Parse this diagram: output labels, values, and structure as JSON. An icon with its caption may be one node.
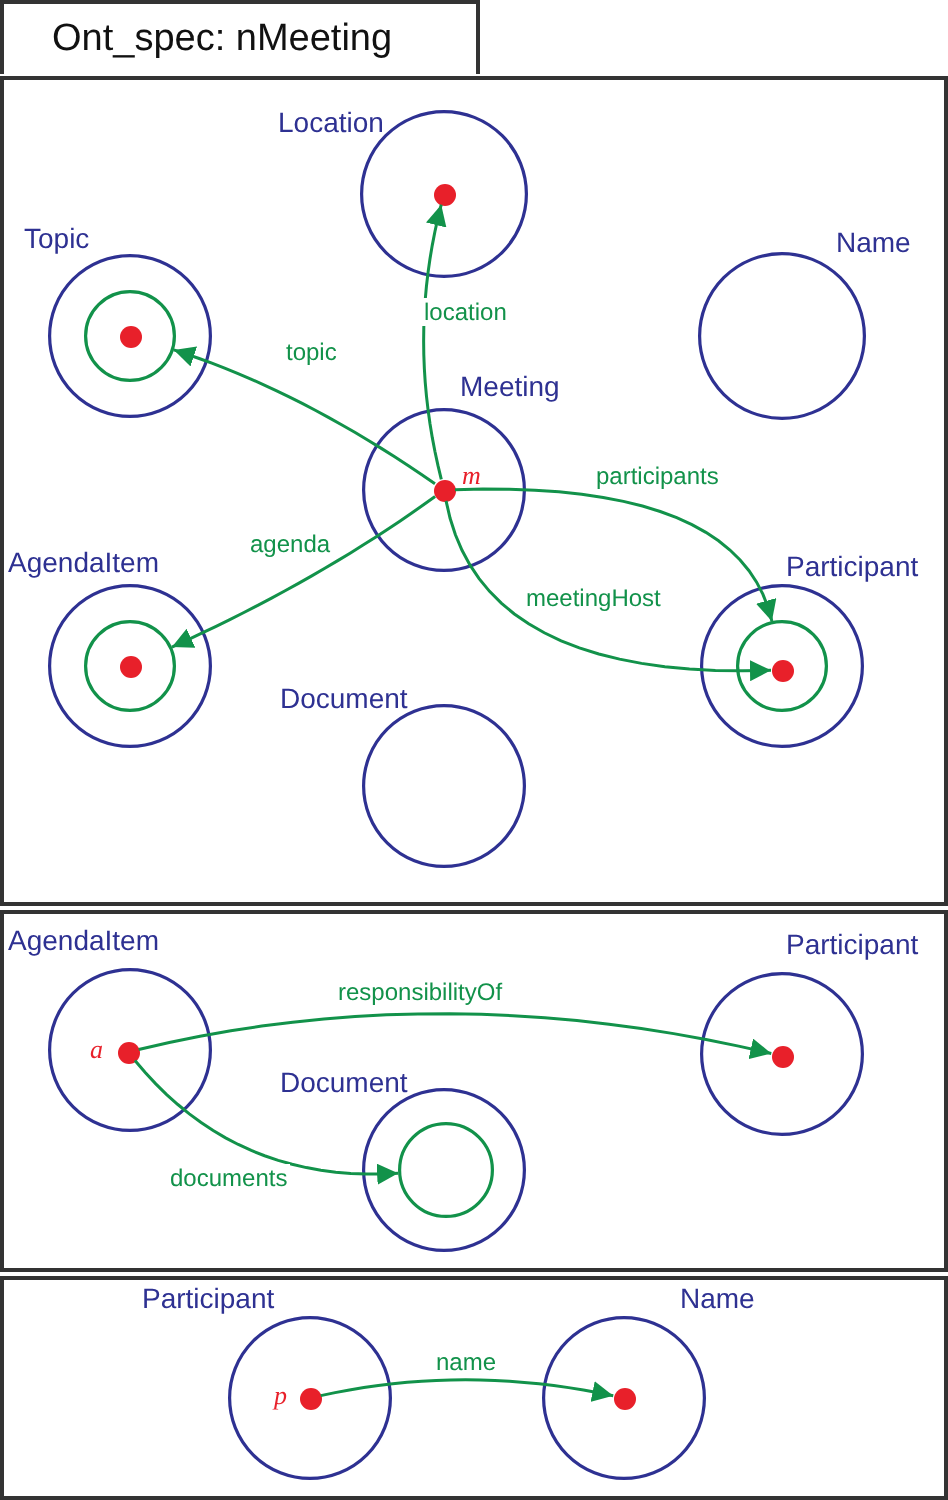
{
  "diagram": {
    "title": "Ont_spec: nMeeting",
    "nodes": [
      {
        "text": [],
        "shape": "box"
      },
      {
        "text": [],
        "shape": "box"
      },
      {
        "text": [],
        "shape": "box"
      },
      {
        "text": [
          "Location"
        ],
        "in": 0
      },
      {
        "text": [],
        "shape": "circle",
        "in": 3
      },
      {
        "text": [
          "Topic"
        ],
        "in": 0
      },
      {
        "text": [],
        "shape": "circle",
        "in": 5
      },
      {
        "text": [],
        "shape": "circle",
        "in": 6
      },
      {
        "text": [
          "Name"
        ],
        "in": 0
      },
      {
        "text": [
          "Meeting"
        ],
        "in": 0
      },
      {
        "text": [],
        "shape": "circle",
        "in": 9,
        "beside": [
          "m"
        ]
      },
      {
        "text": [
          "AgendaItem"
        ],
        "in": 0
      },
      {
        "text": [],
        "shape": "circle",
        "in": 11
      },
      {
        "text": [],
        "shape": "circle",
        "in": 12
      },
      {
        "text": [
          "Participant"
        ],
        "in": 0
      },
      {
        "text": [],
        "shape": "circle",
        "in": 14
      },
      {
        "text": [],
        "shape": "circle",
        "in": 15
      },
      {
        "text": [
          "Document"
        ],
        "in": 0
      },
      {
        "text": [
          "AgendaItem"
        ],
        "in": 1
      },
      {
        "text": [],
        "shape": "circle",
        "in": 18,
        "beside": [
          "a"
        ]
      },
      {
        "text": [
          "Participant"
        ],
        "in": 1
      },
      {
        "text": [],
        "shape": "circle",
        "in": 20
      },
      {
        "text": [
          "Document"
        ],
        "in": 1
      },
      {
        "text": [],
        "shape": "circle",
        "in": 22
      },
      {
        "text": [
          "Participant"
        ],
        "in": 2
      },
      {
        "text": [],
        "shape": "circle",
        "in": 24,
        "beside": [
          "p"
        ]
      },
      {
        "text": [
          "Name"
        ],
        "in": 2
      },
      {
        "text": [],
        "shape": "circle",
        "in": 26
      }
    ],
    "edges": [
      {
        "from": 10,
        "to": 4,
        "arrow": "to",
        "label": "location"
      },
      {
        "from": 10,
        "to": 6,
        "arrow": "to",
        "label": "topic"
      },
      {
        "from": 10,
        "to": 15,
        "arrow": "to",
        "label": "participants"
      },
      {
        "from": 10,
        "to": 12,
        "arrow": "to",
        "label": "agenda"
      },
      {
        "from": 10,
        "to": 16,
        "arrow": "to",
        "label": "meetingHost"
      },
      {
        "from": 19,
        "to": 21,
        "arrow": "to",
        "label": "responsibilityOf"
      },
      {
        "from": 19,
        "to": 23,
        "arrow": "to",
        "label": "documents"
      },
      {
        "from": 25,
        "to": 27,
        "arrow": "to",
        "label": "name"
      }
    ]
  }
}
